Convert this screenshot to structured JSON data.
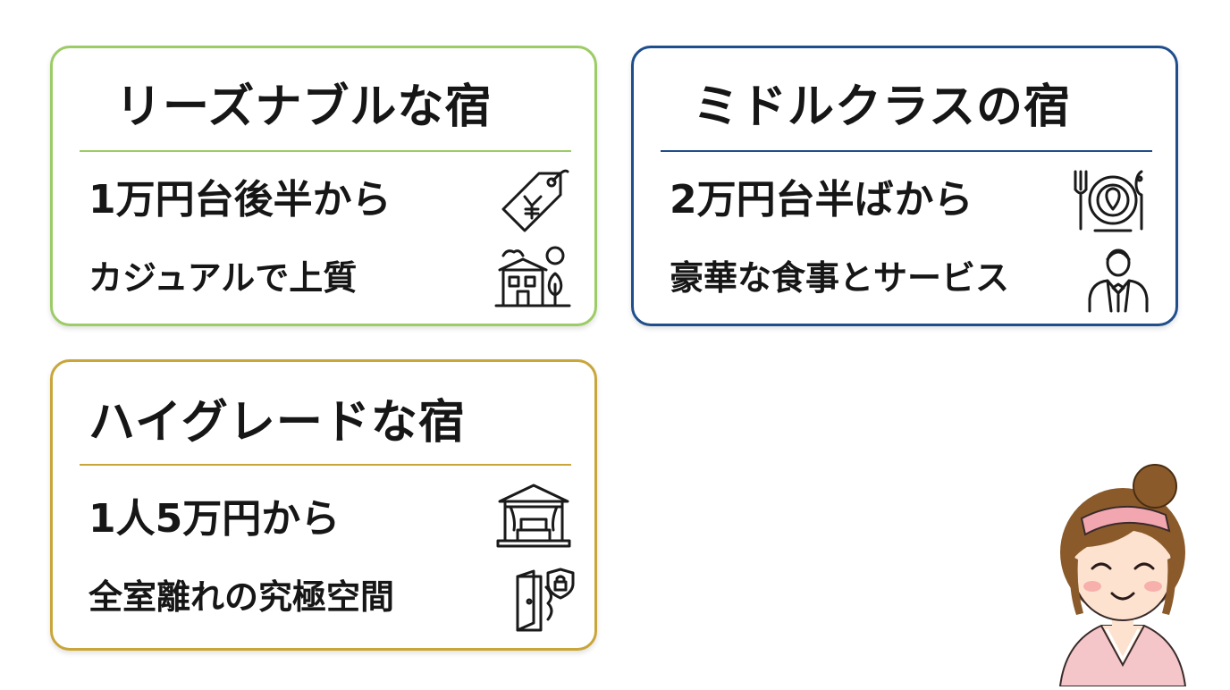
{
  "colors": {
    "reasonable_border": "#9ccc65",
    "middle_border": "#1f4e8c",
    "high_border": "#c9a63a",
    "text": "#161616",
    "skin": "#fde3cf",
    "hair": "#8b5a2b",
    "kimono": "#f4c6c9",
    "headband": "#f2a7b0"
  },
  "cards": {
    "reasonable": {
      "title": "リーズナブルな宿",
      "line1": "1万円台後半から",
      "line2": "カジュアルで上質",
      "icon1": "price-tag-yen-icon",
      "icon2": "house-tree-icon"
    },
    "middle": {
      "title": "ミドルクラスの宿",
      "line1": "2万円台半ばから",
      "line2": "豪華な食事とサービス",
      "icon1": "plate-cutlery-icon",
      "icon2": "waiter-icon"
    },
    "high": {
      "title": "ハイグレードな宿",
      "line1": "1人5万円から",
      "line2": "全室離れの究極空間",
      "icon1": "pavilion-icon",
      "icon2": "private-door-shield-icon"
    }
  },
  "mascot": {
    "icon": "okami-mascot-icon"
  }
}
